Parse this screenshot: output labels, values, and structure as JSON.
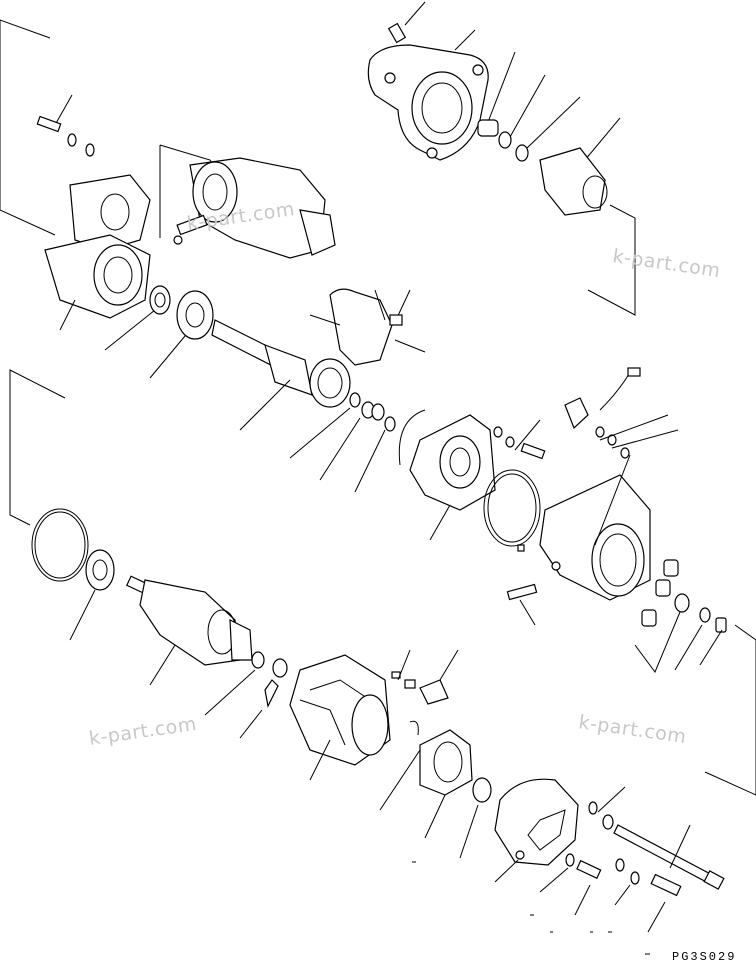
{
  "watermarks": [
    "k-part.com",
    "k-part.com",
    "k-part.com",
    "k-part.com"
  ],
  "drawing_code": "PG3S029"
}
